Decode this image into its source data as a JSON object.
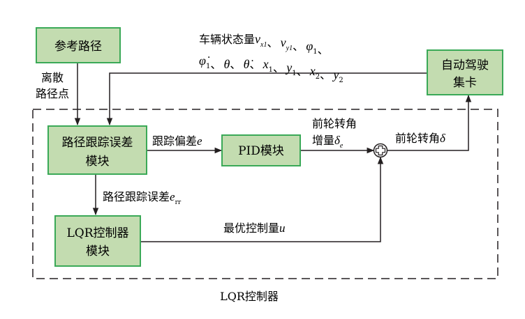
{
  "colors": {
    "box_fill": "#c3dcb0",
    "box_stroke": "#3aa957",
    "line": "#231f20",
    "text": "#231f20"
  },
  "blocks": {
    "reference_path": {
      "label": "参考路径"
    },
    "autonomous_truck": {
      "line1": "自动驾驶",
      "line2": "集卡"
    },
    "tracking_error_module": {
      "line1": "路径跟踪误差",
      "line2": "模块"
    },
    "pid_module": {
      "label": "PID模块"
    },
    "lqr_module": {
      "line1": "LQR控制器",
      "line2": "模块"
    }
  },
  "signals": {
    "discrete_points": {
      "line1": "离散",
      "line2": "路径点"
    },
    "vehicle_state": {
      "prefix": "车辆状态量",
      "line1_vars": [
        {
          "base": "v",
          "sub": "x1"
        },
        {
          "base": "v",
          "sub": "y1"
        },
        {
          "base": "φ",
          "sub": "1"
        }
      ],
      "line2_vars": [
        {
          "base": "φ̇",
          "sub": "1"
        },
        {
          "base": "θ",
          "sub": ""
        },
        {
          "base": "θ̇",
          "sub": ""
        },
        {
          "base": "x",
          "sub": "1"
        },
        {
          "base": "y",
          "sub": "1"
        },
        {
          "base": "x",
          "sub": "2"
        },
        {
          "base": "y",
          "sub": "2"
        }
      ],
      "separator": "、"
    },
    "tracking_deviation": {
      "text": "跟踪偏差",
      "var": "e"
    },
    "front_wheel_increment": {
      "line1": "前轮转角",
      "line2": "增量",
      "var": "δ",
      "sub": "e"
    },
    "front_wheel_angle": {
      "text": "前轮转角",
      "var": "δ"
    },
    "path_tracking_error": {
      "text": "路径跟踪误差",
      "var": "e",
      "sub": "rr"
    },
    "optimal_control": {
      "text": "最优控制量",
      "var": "u"
    }
  },
  "summing_junction": {
    "symbol": "plus"
  },
  "controller_group": {
    "label": "LQR控制器"
  }
}
